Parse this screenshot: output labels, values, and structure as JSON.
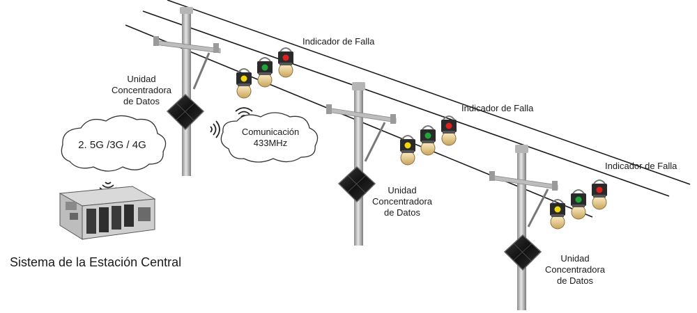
{
  "labels": {
    "fault_indicator_1": "Indicador de Falla",
    "fault_indicator_2": "Indicador de Falla",
    "fault_indicator_3": "Indicador de Falla",
    "concentrator_1": [
      "Unidad",
      "Concentradora",
      "de Datos"
    ],
    "concentrator_2": [
      "Unidad",
      "Concentradora",
      "de Datos"
    ],
    "concentrator_3": [
      "Unidad",
      "Concentradora",
      "de Datos"
    ],
    "central_station": "Sistema de la Estación Central",
    "cellular_cloud": "2. 5G /3G / 4G",
    "radio_cloud": [
      "Comunicación",
      "433MHz"
    ]
  },
  "colors": {
    "pole": "#c9c9c9",
    "wire": "#1a1a1a",
    "indicator_red": "#e0201e",
    "indicator_green": "#1fa63a",
    "indicator_yellow": "#f2d70a",
    "indicator_body": "#2a2a2a",
    "indicator_bulb": "#e9c77a",
    "solar_panel": "#222222"
  },
  "icons": {
    "solar-panel-icon": "solar panel",
    "wifi-signal-icon": "radio waves",
    "control-room-icon": "central station room"
  }
}
